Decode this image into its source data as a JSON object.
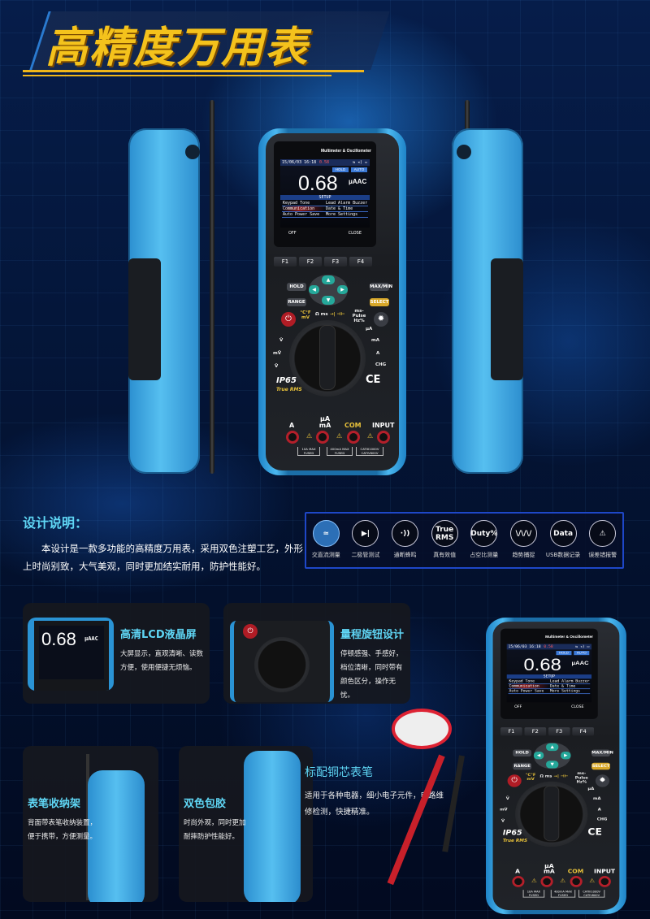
{
  "title": "高精度万用表",
  "meter": {
    "brand": "Multimeter & Oscillometer",
    "status_date": "15/06/03 16:18",
    "status_value": "0.58",
    "status_icons": "⇆ ◂) ▭",
    "hold": "HOLD",
    "auto": "AUTO",
    "reading": "0.68",
    "unit": "μAAC",
    "setup": "SETUP",
    "menu": [
      [
        "Keypad Tone",
        "Lead Alarm Buzzer"
      ],
      [
        "Communication",
        "Date & Time"
      ],
      [
        "Auto Power Save",
        "More Settings"
      ]
    ],
    "soft_off": "OFF",
    "soft_close": "CLOSE",
    "fkeys": [
      "F1",
      "F2",
      "F3",
      "F4"
    ],
    "buttons": {
      "hold": "HOLD",
      "range": "RANGE",
      "maxmin": "MAX/MIN",
      "select": "SELECT"
    },
    "dial": {
      "mv_temp": "°C°F mV",
      "ohm": "Ω ms",
      "diode_cap": "→| ⊣⊢",
      "hz": "ms-Pulse Hz%",
      "ua": "μA",
      "ma": "mA",
      "a": "A",
      "chg": "CHG",
      "vdc": "V̄",
      "mvac": "mṼ",
      "vac": "Ṽ"
    },
    "ip": "IP65",
    "true_rms": "True RMS",
    "ce": "CE",
    "jacks": [
      "A",
      "μA mA",
      "COM",
      "INPUT"
    ],
    "jack_notes": [
      "10A MAX FUSED",
      "400mA MAX FUSED",
      "CATIII1000V CATIV600V"
    ]
  },
  "design": {
    "heading": "设计说明：",
    "body": "本设计是一款多功能的高精度万用表，采用双色注塑工艺，外形上时尚别致，大气美观，同时更加结实耐用，防护性能好。"
  },
  "features": [
    {
      "icon": "ac-dc-icon",
      "glyph": "≃",
      "label": "交直流测量"
    },
    {
      "icon": "diode-icon",
      "glyph": "▶|",
      "label": "二极管测试"
    },
    {
      "icon": "buzzer-icon",
      "glyph": "·))",
      "label": "通断蜂鸣"
    },
    {
      "icon": "true-rms-icon",
      "glyph": "True RMS",
      "label": "真有效值"
    },
    {
      "icon": "duty-icon",
      "glyph": "Duty%",
      "label": "占空比测量"
    },
    {
      "icon": "wave-icon",
      "glyph": "\\/\\/\\/",
      "label": "趋势捕捉"
    },
    {
      "icon": "data-icon",
      "glyph": "Data",
      "label": "USB数据记录"
    },
    {
      "icon": "warning-icon",
      "glyph": "⚠",
      "label": "误差错报警"
    }
  ],
  "cards": {
    "lcd": {
      "title": "高清LCD液晶屏",
      "text": "大屏显示，直观清晰、读数方便，使用便捷无烦恼。"
    },
    "knob": {
      "title": "量程旋钮设计",
      "text": "停顿感强、手感好，档位清晰，同时带有颜色区分，操作无忧。"
    },
    "holder": {
      "title": "表笔收纳架",
      "text": "背面带表笔收纳装置，便于携带，方便测量。"
    },
    "color": {
      "title": "双色包胶",
      "text": "时尚外观，同时更加耐摔防护性能好。"
    },
    "probe": {
      "title": "标配铜芯表笔",
      "text": "适用于各种电器，细小电子元件，电路维修检测，快捷精准。"
    }
  },
  "colors": {
    "accent": "#f4c21c",
    "cyan": "#5fd6f5",
    "bumper": "#3aa8e8",
    "frame": "#1e47c8"
  }
}
